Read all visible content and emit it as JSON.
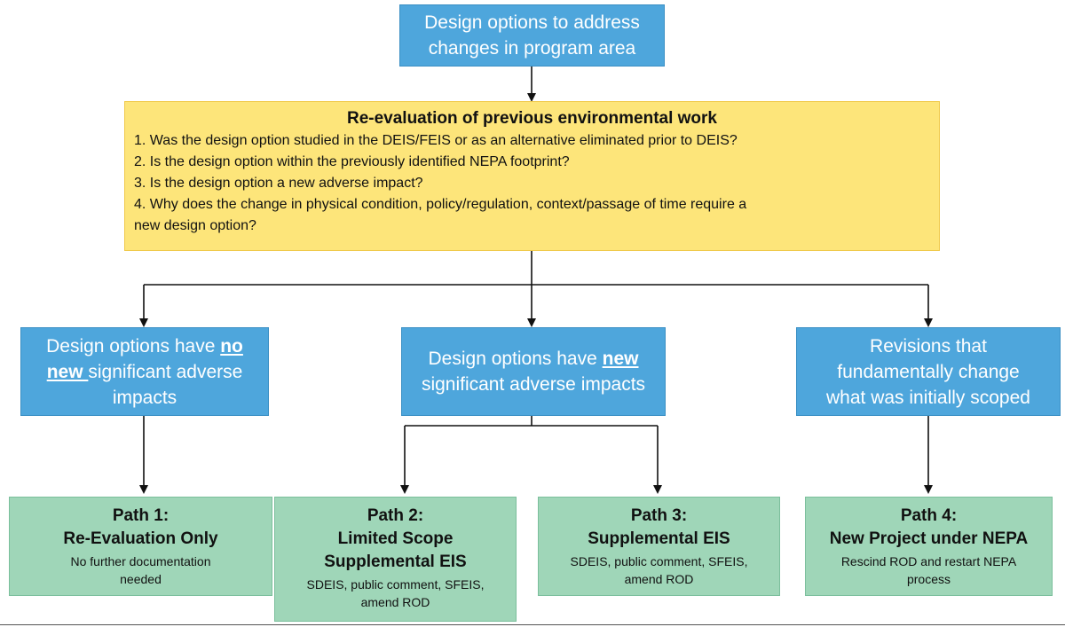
{
  "top_box": {
    "line1": "Design options to address",
    "line2": "changes in program area"
  },
  "reevaluation": {
    "title": "Re-evaluation of previous environmental work",
    "questions": [
      "1.  Was the design option studied in the DEIS/FEIS or as an alternative eliminated prior to DEIS?",
      "2.  Is the design option within the previously identified NEPA footprint?",
      "3.  Is the design option a new adverse impact?",
      "4.  Why does the change in physical condition, policy/regulation, context/passage of time require a",
      "new design option?"
    ]
  },
  "outcomes": {
    "no_new": {
      "pre": "Design options have ",
      "emph1": "no",
      "emph2": "new ",
      "post": "significant adverse",
      "line3": "impacts"
    },
    "new": {
      "pre": "Design options have ",
      "emph": "new",
      "line2": "significant adverse impacts"
    },
    "revisions": {
      "line1": "Revisions that",
      "line2": "fundamentally change",
      "line3": "what was initially scoped"
    }
  },
  "paths": [
    {
      "title_lines": [
        "Path 1:",
        "Re-Evaluation Only"
      ],
      "desc_lines": [
        "No further documentation",
        "needed"
      ]
    },
    {
      "title_lines": [
        "Path 2:",
        "Limited Scope",
        "Supplemental EIS"
      ],
      "desc_lines": [
        "SDEIS, public comment, SFEIS,",
        "amend ROD"
      ]
    },
    {
      "title_lines": [
        "Path 3:",
        "Supplemental EIS"
      ],
      "desc_lines": [
        "SDEIS, public comment, SFEIS,",
        "amend ROD"
      ]
    },
    {
      "title_lines": [
        "Path 4:",
        "New Project under NEPA"
      ],
      "desc_lines": [
        "Rescind ROD and restart NEPA",
        "process"
      ]
    }
  ],
  "colors": {
    "blue_box": "#4ea6dc",
    "yellow_box": "#fde57a",
    "green_box": "#9fd6b8",
    "connector": "#111111"
  }
}
